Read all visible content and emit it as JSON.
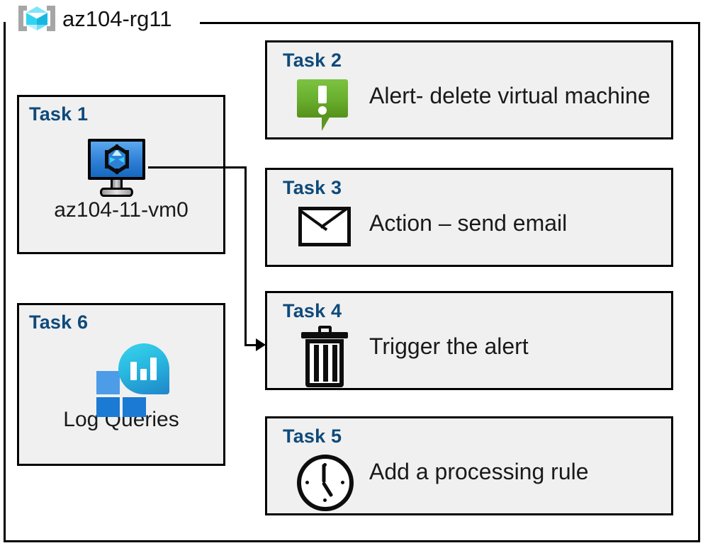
{
  "resource_group": {
    "name": "az104-rg11",
    "icon": "azure-resource-group-icon"
  },
  "cards": {
    "task1": {
      "title": "Task 1",
      "caption": "az104-11-vm0",
      "icon": "virtual-machine-icon"
    },
    "task2": {
      "title": "Task 2",
      "caption": "Alert- delete virtual machine",
      "icon": "alert-bubble-icon"
    },
    "task3": {
      "title": "Task 3",
      "caption": "Action – send email",
      "icon": "envelope-icon"
    },
    "task4": {
      "title": "Task 4",
      "caption": "Trigger the alert",
      "icon": "trash-icon"
    },
    "task5": {
      "title": "Task 5",
      "caption": "Add a processing rule",
      "icon": "clock-icon"
    },
    "task6": {
      "title": "Task 6",
      "caption": "Log Queries",
      "icon": "log-analytics-icon"
    }
  },
  "connector": {
    "from": "task1-vm-icon",
    "to": "task4-card",
    "style": "elbow-arrow"
  },
  "colors": {
    "frame_border": "#000000",
    "card_fill": "#f0f0f0",
    "card_border": "#000000",
    "title_blue": "#0e4a7b",
    "caption_text": "#1a1a1a",
    "alert_green_light": "#7dc242",
    "alert_green_dark": "#55911a",
    "vm_screen_blue": "#2f7fd6",
    "log_analytics_teal": "#28b8e0",
    "log_analytics_blue": "#1b7ad3",
    "rg_cube_cyan": "#33d3f0",
    "rg_bracket_gray": "#a6a6a6"
  }
}
